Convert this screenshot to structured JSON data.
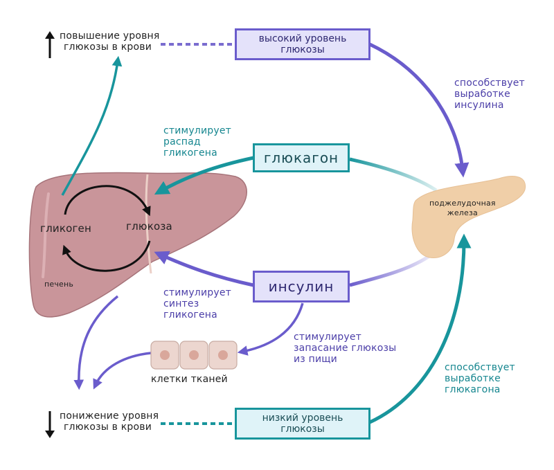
{
  "colors": {
    "purple": "#6a5ccc",
    "purple_dark": "#4b3ea8",
    "teal": "#18959c",
    "liver": "#c9959a",
    "pancreas": "#f0cfa8",
    "cell": "#ecd6cf",
    "text_dark": "#222222"
  },
  "top_left": {
    "arrow": "up-arrow",
    "line1": "повышение уровня",
    "line2": "глюкозы в крови"
  },
  "bottom_left": {
    "arrow": "down-arrow",
    "line1": "понижение уровня",
    "line2": "глюкозы в крови"
  },
  "boxes": {
    "high_glucose": {
      "line1": "высокий уровень",
      "line2": "глюкозы"
    },
    "low_glucose": {
      "line1": "низкий уровень",
      "line2": "глюкозы"
    },
    "glucagon": {
      "label": "глюкагон"
    },
    "insulin": {
      "label": "инсулин"
    }
  },
  "annotations": {
    "promotes_insulin": [
      "способствует",
      "выработке",
      "инсулина"
    ],
    "promotes_glucagon": [
      "способствует",
      "выработке",
      "глюкагона"
    ],
    "stim_breakdown": [
      "стимулирует",
      "распад",
      "гликогена"
    ],
    "stim_synthesis": [
      "стимулирует",
      "синтез",
      "гликогена"
    ],
    "stim_storage": [
      "стимулирует",
      "запасание глюкозы",
      "из пищи"
    ]
  },
  "organs": {
    "liver": {
      "label": "печень",
      "glycogen": "гликоген",
      "glucose": "глюкоза"
    },
    "pancreas": {
      "line1": "поджелудочная",
      "line2": "железа"
    },
    "cells": {
      "label": "клетки тканей",
      "count": 3
    }
  }
}
